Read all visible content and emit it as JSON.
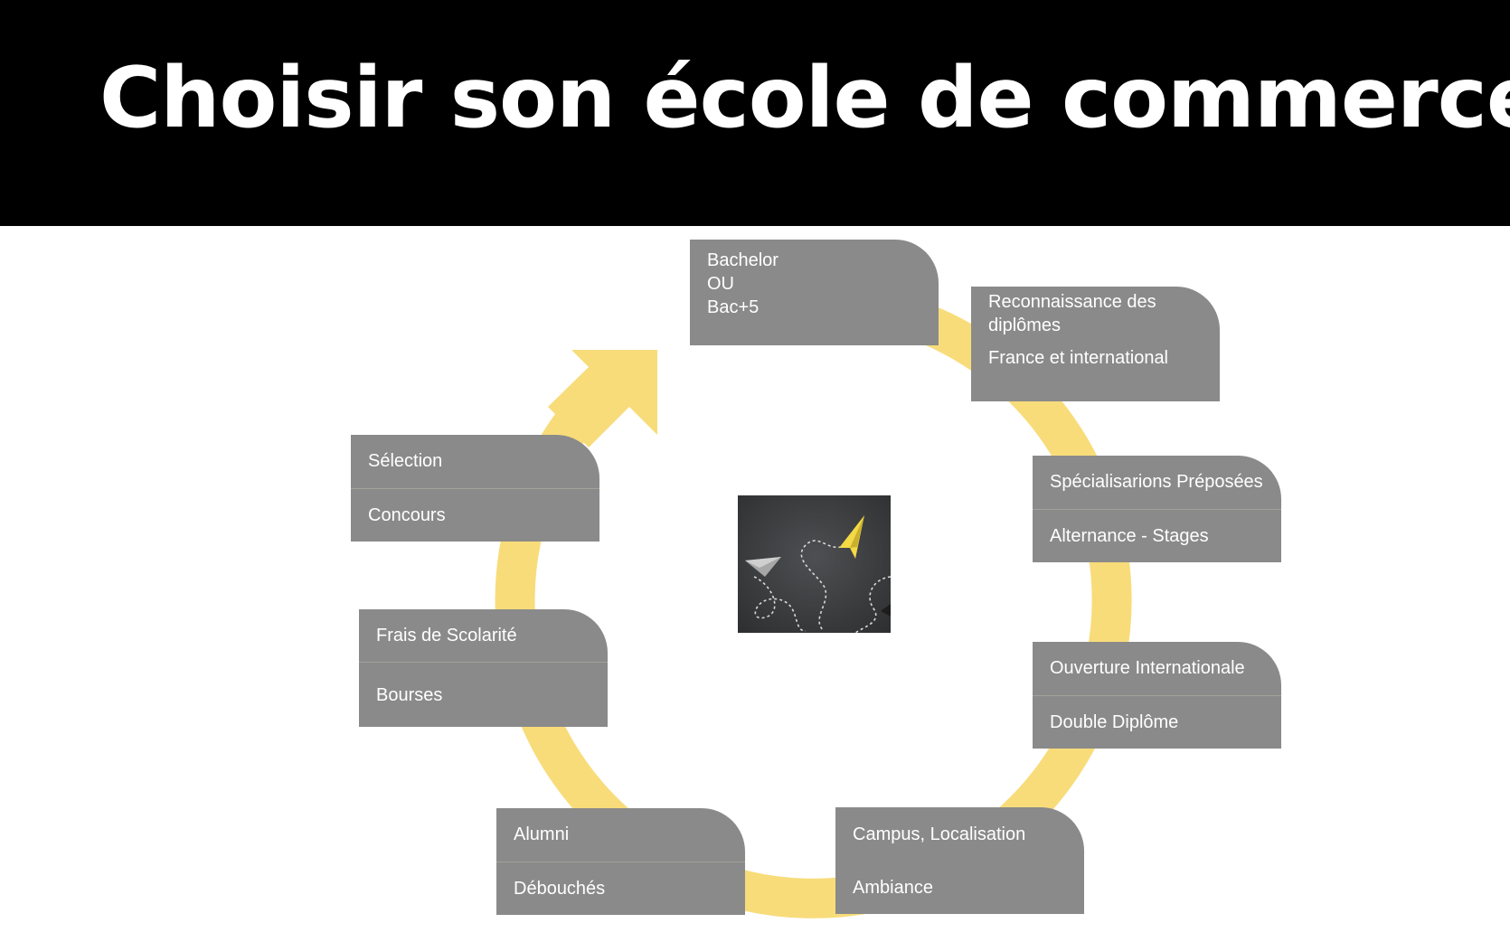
{
  "slide": {
    "title": "Choisir son école de commerce?"
  },
  "colors": {
    "header_background": "#000000",
    "title_text": "#ffffff",
    "cycle_arrow": "#f8dc7a",
    "box_fill": "#8a8a8a",
    "box_divider": "#a3a39a",
    "box_text": "#ffffff"
  },
  "diagram": {
    "type": "cycle",
    "direction": "clockwise",
    "center_icon": "paper-planes-chalkboard-photo",
    "boxes": [
      {
        "id": "diplomes",
        "lines": [
          "Bachelor",
          "OU",
          "Bac+5"
        ]
      },
      {
        "id": "reconnaissance",
        "primary": "Reconnaissance des diplômes",
        "secondary": "France et international"
      },
      {
        "id": "specialisations",
        "primary": "Spécialisarions Préposées",
        "secondary": "Alternance - Stages"
      },
      {
        "id": "international",
        "primary": "Ouverture Internationale",
        "secondary": "Double Diplôme"
      },
      {
        "id": "campus",
        "primary": "Campus, Localisation",
        "secondary": "Ambiance"
      },
      {
        "id": "alumni",
        "primary": "Alumni",
        "secondary": "Débouchés"
      },
      {
        "id": "frais",
        "primary": "Frais de Scolarité",
        "secondary": "Bourses"
      },
      {
        "id": "selection",
        "primary": "Sélection",
        "secondary": "Concours"
      }
    ]
  }
}
